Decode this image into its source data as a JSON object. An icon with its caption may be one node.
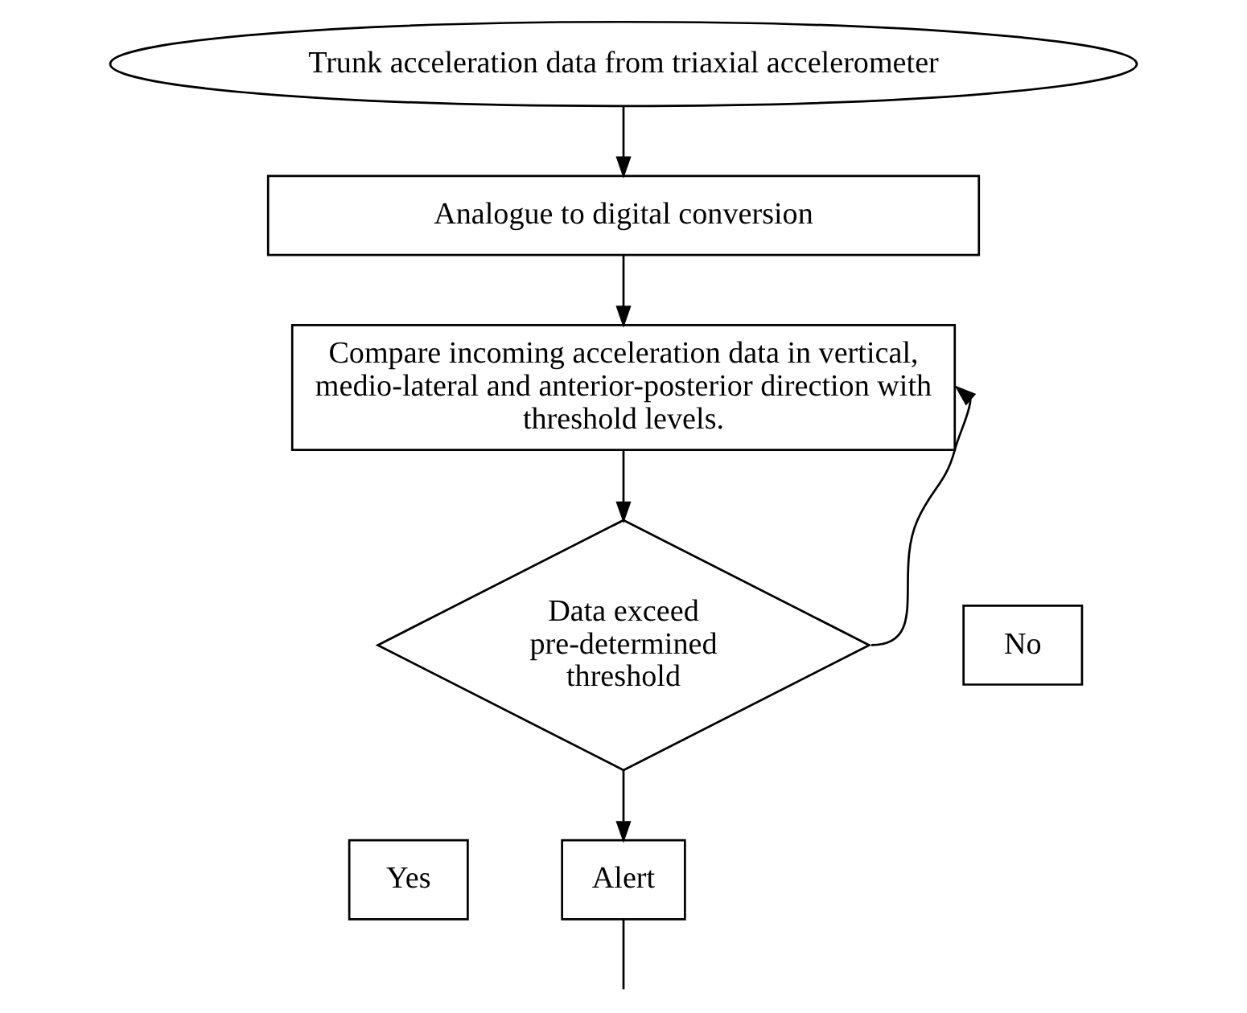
{
  "diagram": {
    "nodes": [
      {
        "text": [
          "Trunk acceleration data from triaxial accelerometer"
        ]
      },
      {
        "text": [
          "Analogue to digital conversion"
        ]
      },
      {
        "text": [
          "Compare incoming acceleration data in vertical, medio-lateral and anterior-posterior direction with threshold levels."
        ]
      },
      {
        "text": [
          "Data exceed pre-determined threshold"
        ]
      },
      {
        "text": [
          "No"
        ]
      },
      {
        "text": [
          "Yes"
        ]
      },
      {
        "text": [
          "Alert"
        ]
      }
    ],
    "edges": [
      {
        "from": 0,
        "to": 1,
        "arrow": "to"
      },
      {
        "from": 1,
        "to": 2,
        "arrow": "to"
      },
      {
        "from": 2,
        "to": 3,
        "arrow": "to"
      },
      {
        "from": 3,
        "to": 2,
        "arrow": "to"
      },
      {
        "from": 3,
        "to": 6,
        "arrow": "to"
      },
      {
        "from": 6,
        "to": null,
        "arrow": "none"
      }
    ]
  }
}
